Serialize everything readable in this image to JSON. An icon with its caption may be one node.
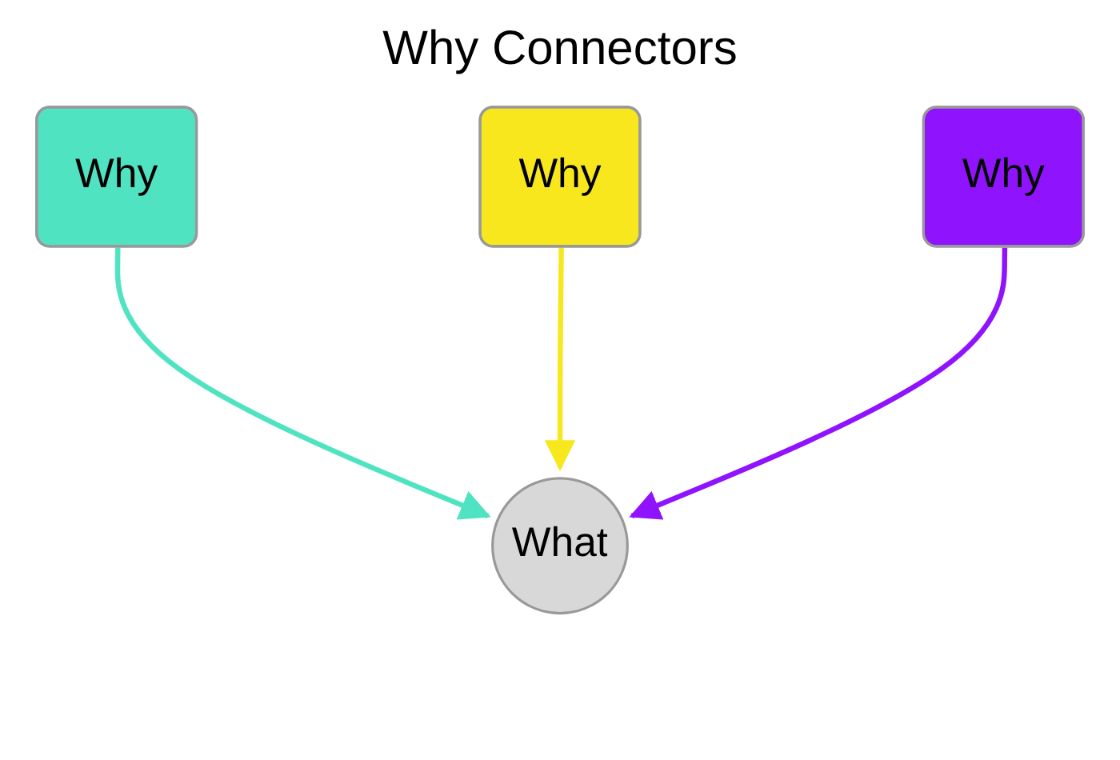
{
  "diagram": {
    "title": "Why Connectors",
    "nodes": [
      {
        "text": [
          "Why"
        ]
      },
      {
        "text": [
          "Why"
        ]
      },
      {
        "text": [
          "Why"
        ]
      },
      {
        "text": [
          "What"
        ]
      }
    ],
    "edges": [
      {
        "from": 0,
        "to": 3,
        "arrow": "to",
        "color": "#50e3c2"
      },
      {
        "from": 1,
        "to": 3,
        "arrow": "to",
        "color": "#f8e71c"
      },
      {
        "from": 2,
        "to": 3,
        "arrow": "to",
        "color": "#9013fe"
      }
    ]
  }
}
